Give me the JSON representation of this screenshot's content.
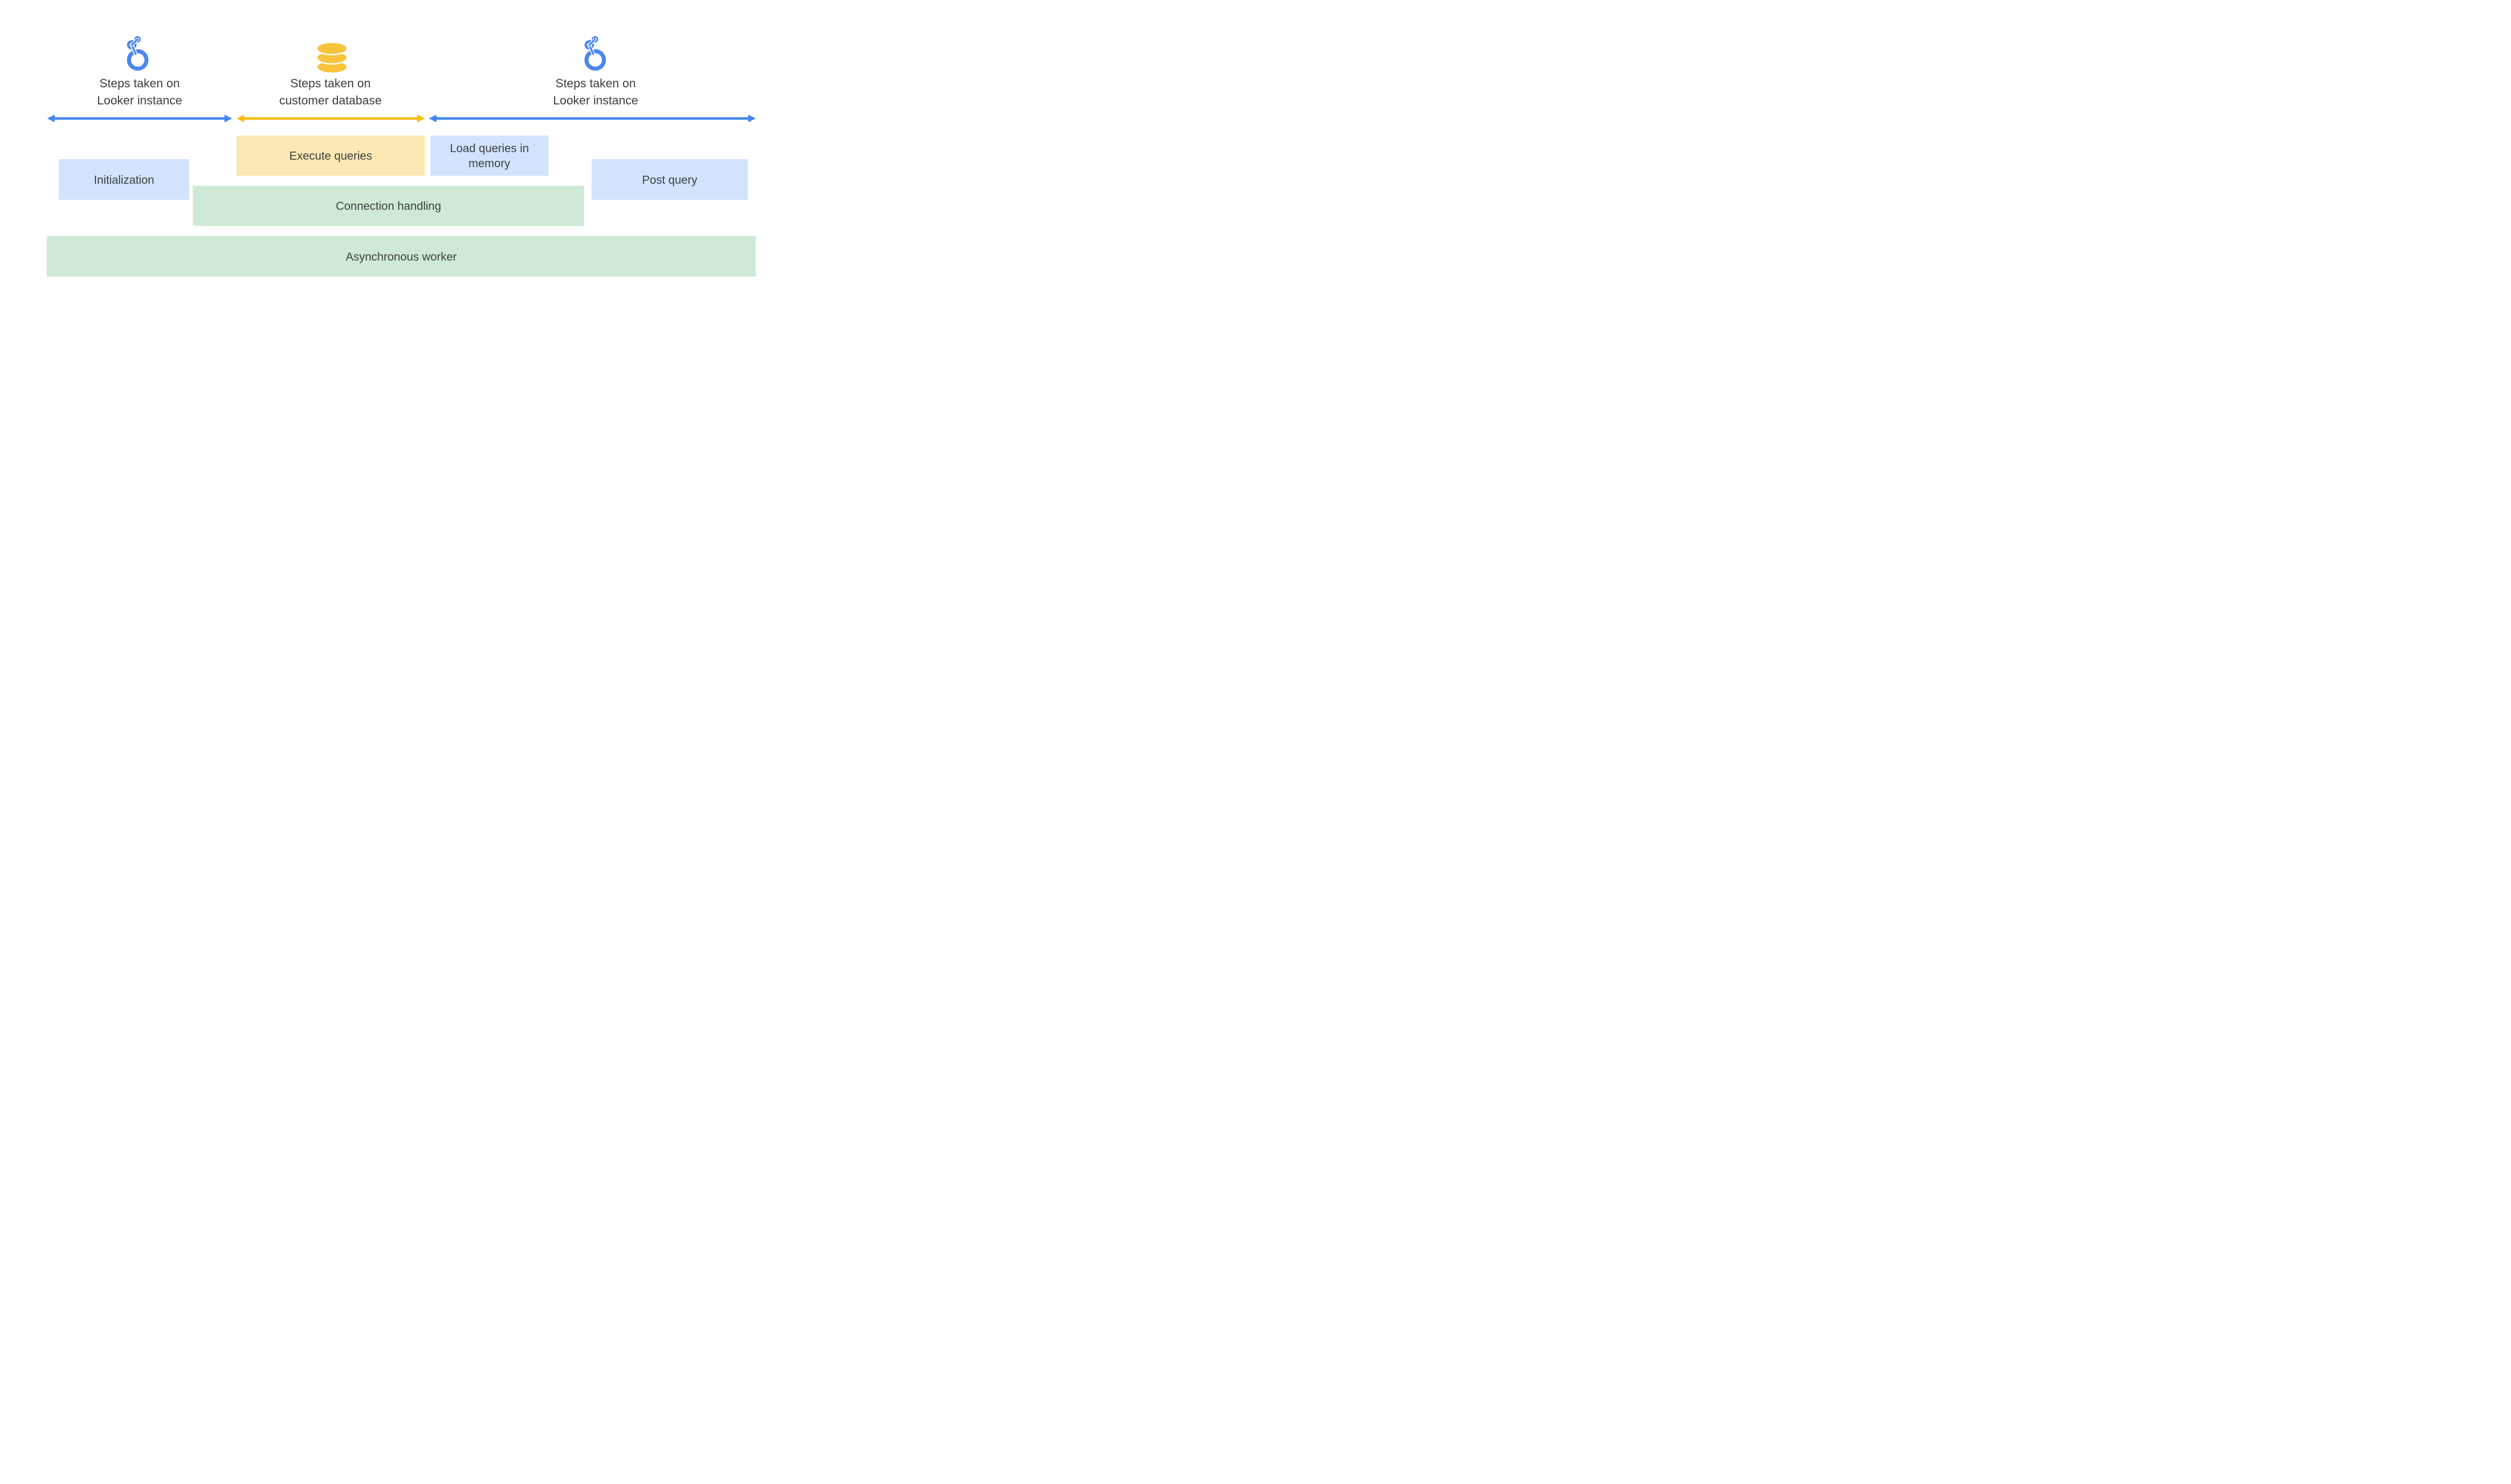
{
  "diagram": {
    "sections": [
      {
        "id": "looker-pre",
        "icon": "looker-logo-icon",
        "label_line1": "Steps taken on",
        "label_line2": "Looker instance",
        "arrow_color": "#4285F4"
      },
      {
        "id": "customer-database",
        "icon": "database-icon",
        "label_line1": "Steps taken on",
        "label_line2": "customer database",
        "arrow_color": "#FBBC04"
      },
      {
        "id": "looker-post",
        "icon": "looker-logo-icon",
        "label_line1": "Steps taken on",
        "label_line2": "Looker instance",
        "arrow_color": "#4285F4"
      }
    ],
    "boxes": {
      "initialization": {
        "label": "Initialization",
        "fill": "#D2E3FC"
      },
      "execute_queries": {
        "label": "Execute queries",
        "fill": "#FCE8B2"
      },
      "load_queries": {
        "label": "Load queries in memory",
        "fill": "#D2E3FC"
      },
      "post_query": {
        "label": "Post query",
        "fill": "#D2E3FC"
      },
      "connection_handling": {
        "label": "Connection handling",
        "fill": "#CEEAD6"
      },
      "asynchronous_worker": {
        "label": "Asynchronous worker",
        "fill": "#CEEAD6"
      }
    },
    "colors": {
      "looker_logo_blue": "#4C86F0",
      "arrow_blue": "#4285F4",
      "arrow_yellow": "#FBBC04",
      "database_icon_yellow": "#F9C43C",
      "box_blue": "#D2E3FC",
      "box_yellow": "#FCE8B2",
      "box_green": "#CEEAD6",
      "text": "#3C4043",
      "background": "#FFFFFF"
    }
  }
}
